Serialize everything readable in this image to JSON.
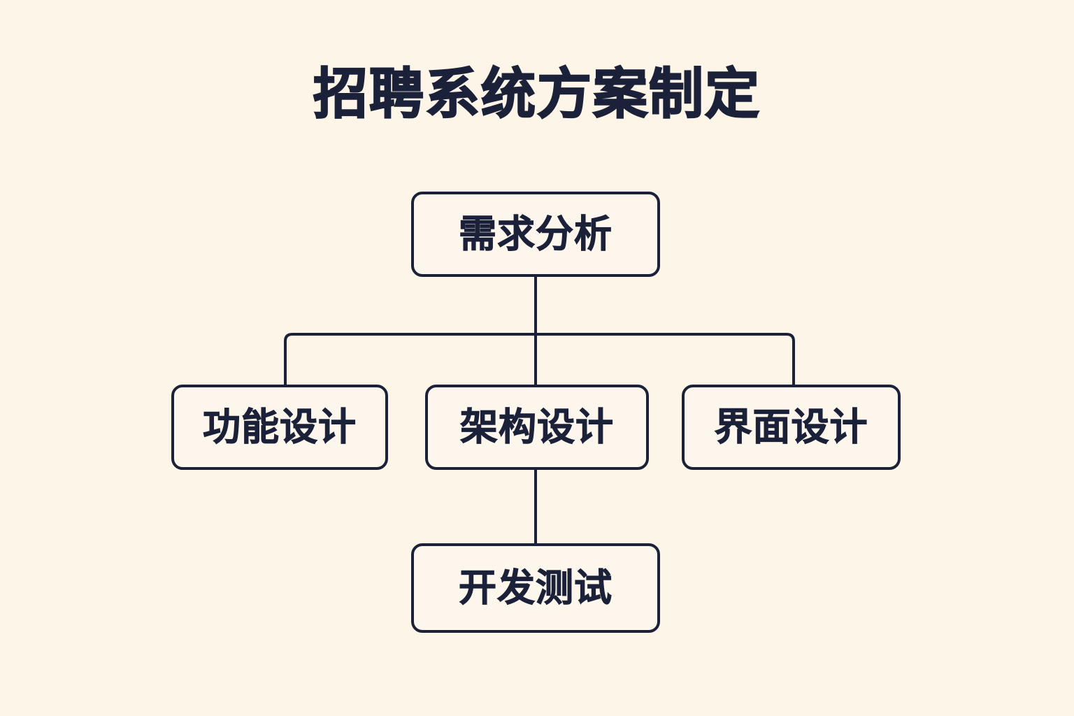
{
  "page": {
    "title": "招聘系统方案制定",
    "background_color": "#fdf5e7",
    "stroke_color": "#1b2138",
    "node_fill_color": "#fdf6ec"
  },
  "diagram": {
    "type": "tree",
    "nodes": [
      {
        "id": "root",
        "label": "需求分析",
        "level": 0
      },
      {
        "id": "function",
        "label": "功能设计",
        "level": 1
      },
      {
        "id": "arch",
        "label": "架构设计",
        "level": 1
      },
      {
        "id": "ui",
        "label": "界面设计",
        "level": 1
      },
      {
        "id": "devtest",
        "label": "开发测试",
        "level": 2
      }
    ],
    "edges": [
      {
        "from": "root",
        "to": "function"
      },
      {
        "from": "root",
        "to": "arch"
      },
      {
        "from": "root",
        "to": "ui"
      },
      {
        "from": "arch",
        "to": "devtest"
      }
    ]
  }
}
